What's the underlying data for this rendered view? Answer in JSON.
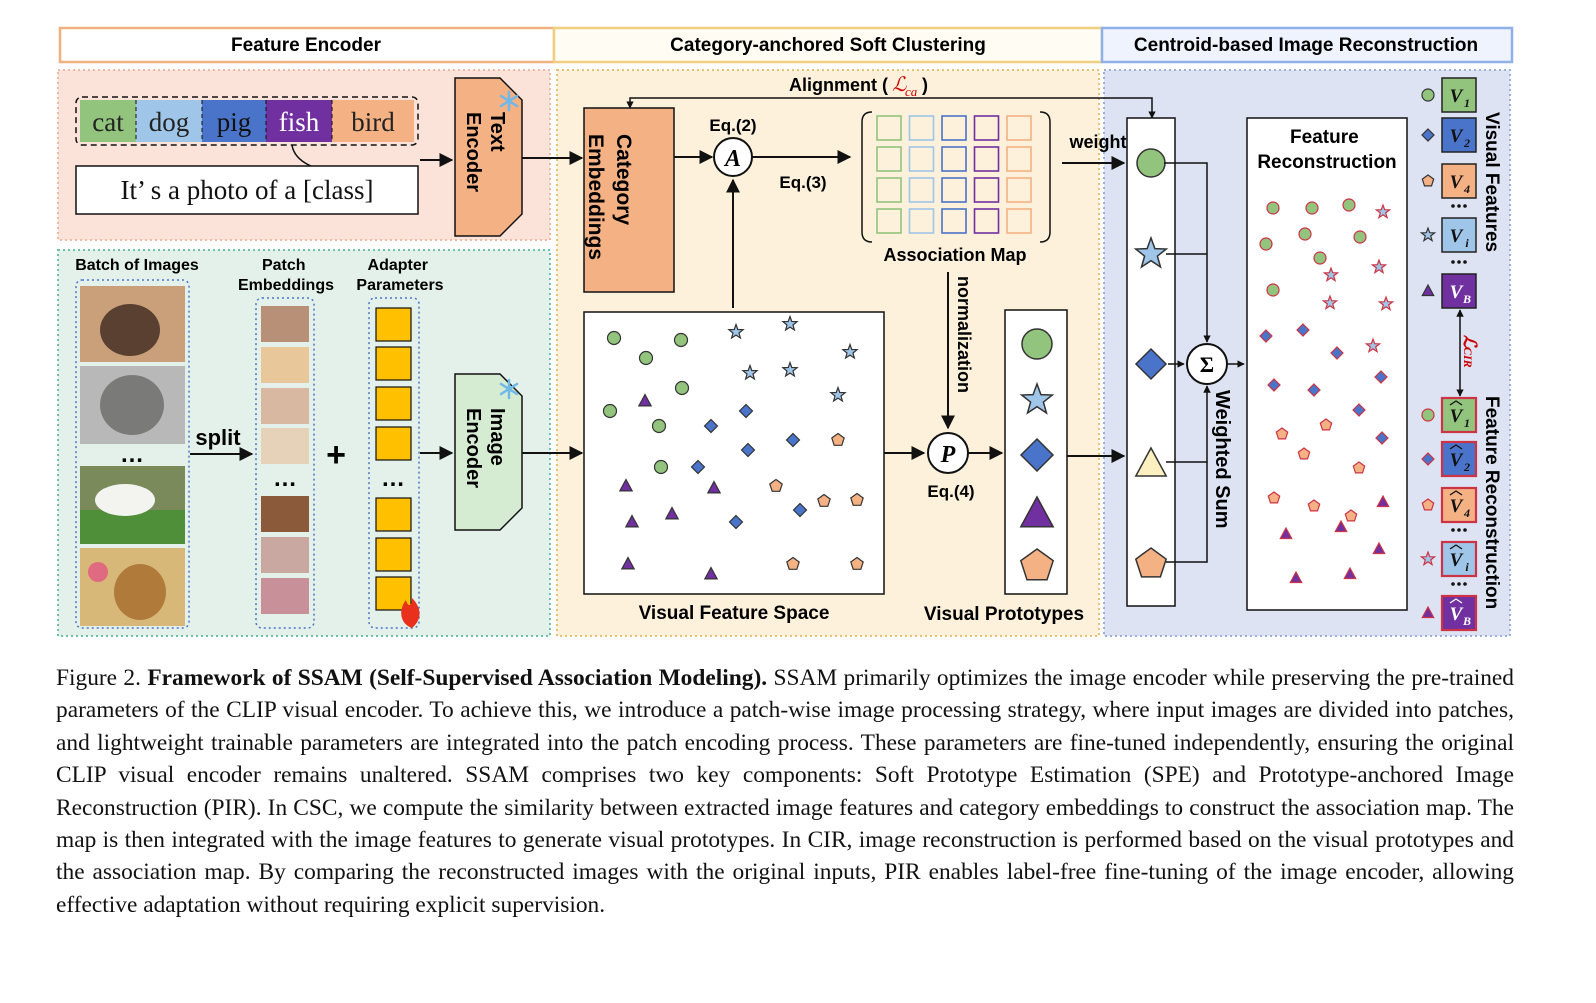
{
  "sections": {
    "feature_encoder": "Feature Encoder",
    "clustering": "Category-anchored Soft Clustering",
    "reconstruction": "Centroid-based Image Reconstruction"
  },
  "classes": [
    "cat",
    "dog",
    "pig",
    "fish",
    "bird"
  ],
  "prompt": "It’ s a photo of a [class]",
  "labels": {
    "text_encoder": [
      "Text",
      "Encoder"
    ],
    "image_encoder": [
      "Image",
      "Encoder"
    ],
    "category_embeddings": [
      "Category",
      "Embeddings"
    ],
    "batch_of_images": "Batch of Images",
    "patch_embeddings": [
      "Patch",
      "Embeddings"
    ],
    "adapter_parameters": [
      "Adapter",
      "Parameters"
    ],
    "split": "split",
    "plus": "+",
    "alignment": "Alignment (",
    "alignment_close": ")",
    "loss_ca": "ℒ",
    "loss_ca_sub": "ca",
    "eq2": "Eq.(2)",
    "eq3": "Eq.(3)",
    "eq4": "Eq.(4)",
    "node_a": "A",
    "node_p": "P",
    "node_sigma": "Σ",
    "association_map": "Association Map",
    "normalization": "normalization",
    "weight": "weight",
    "visual_feature_space": "Visual Feature Space",
    "visual_prototypes": "Visual Prototypes",
    "feature_reconstruction_box": [
      "Feature",
      "Reconstruction"
    ],
    "weighted_sum": "Weighted Sum",
    "visual_features": "Visual Features",
    "feature_reconstruction": "Feature Reconstruction",
    "loss_cir": "ℒ",
    "loss_cir_sub": "CIR",
    "ellipsis": "…",
    "vdots": "⋮"
  },
  "visual_features": [
    "1",
    "2",
    "4",
    "i",
    "B"
  ],
  "caption": {
    "fig_label": "Figure 2. ",
    "bold": "Framework of SSAM (Self-Supervised Association Modeling).",
    "text": " SSAM primarily optimizes the image encoder while preserving the pre-trained parameters of the CLIP visual encoder. To achieve this, we introduce a patch-wise image processing strategy, where input images are divided into patches, and lightweight trainable parameters are integrated into the patch encoding process. These parameters are fine-tuned independently, ensuring the original CLIP visual encoder remains unaltered. SSAM comprises two key components: Soft Prototype Estimation (SPE) and Prototype-anchored Image Reconstruction (PIR). In CSC, we compute the similarity between extracted image features and category embeddings to construct the association map. The map is then integrated with the image features to generate visual prototypes. In CIR, image reconstruction is performed based on the visual prototypes and the association map. By comparing the reconstructed images with the original inputs, PIR enables label-free fine-tuning of the image encoder, allowing effective adaptation without requiring explicit supervision."
  },
  "colors": {
    "cat": "#93c47d",
    "dog": "#9fc5e8",
    "pig": "#4a74c9",
    "fish": "#7030a0",
    "bird": "#f4b183",
    "fe_bg": "#fbe3da",
    "img_bg": "#e3f1ea",
    "csc_bg": "#fdf1dc",
    "cir_bg": "#dde3f2",
    "red": "#cc0000"
  }
}
